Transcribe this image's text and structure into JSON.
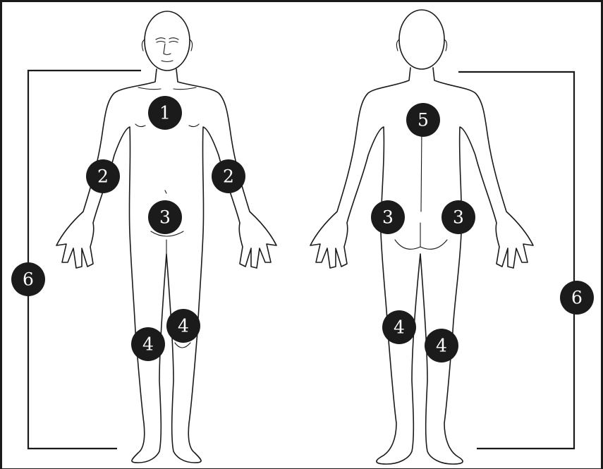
{
  "diagram": {
    "front_figure": {
      "markers": [
        {
          "id": "front-chest",
          "label": "1"
        },
        {
          "id": "front-right-arm",
          "label": "2"
        },
        {
          "id": "front-left-arm",
          "label": "2"
        },
        {
          "id": "front-abdomen",
          "label": "3"
        },
        {
          "id": "front-right-knee",
          "label": "4"
        },
        {
          "id": "front-left-knee",
          "label": "4"
        },
        {
          "id": "front-full-height",
          "label": "6"
        }
      ]
    },
    "back_figure": {
      "markers": [
        {
          "id": "back-upper",
          "label": "5"
        },
        {
          "id": "back-left-lower",
          "label": "3"
        },
        {
          "id": "back-right-lower",
          "label": "3"
        },
        {
          "id": "back-left-knee",
          "label": "4"
        },
        {
          "id": "back-right-knee",
          "label": "4"
        },
        {
          "id": "back-full-height",
          "label": "6"
        }
      ]
    },
    "colors": {
      "marker_fill": "#1b1b1b",
      "marker_text": "#ffffff",
      "line": "#1a1a1a",
      "background": "#ffffff"
    }
  }
}
